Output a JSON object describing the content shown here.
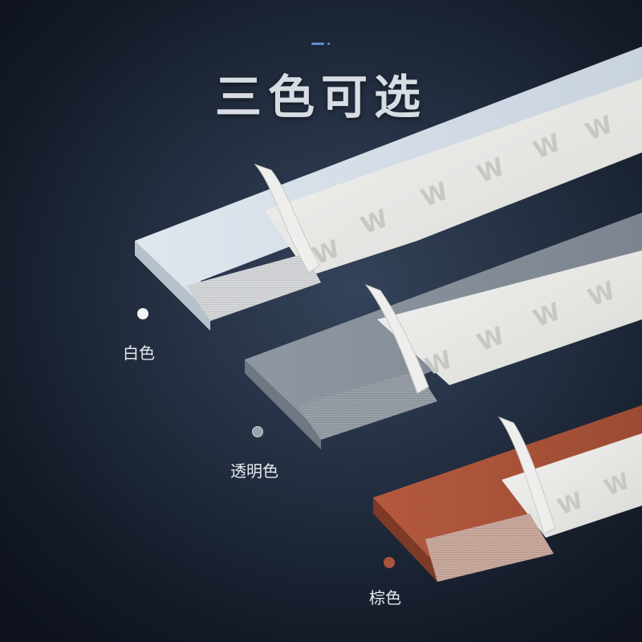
{
  "title": "三色可选",
  "accent_color": "#5e8fd2",
  "colors": [
    {
      "label": "白色",
      "swatch": "#f4f5f7"
    },
    {
      "label": "透明色",
      "swatch": "#9aa2ac"
    },
    {
      "label": "棕色",
      "swatch": "#a9533a"
    }
  ]
}
